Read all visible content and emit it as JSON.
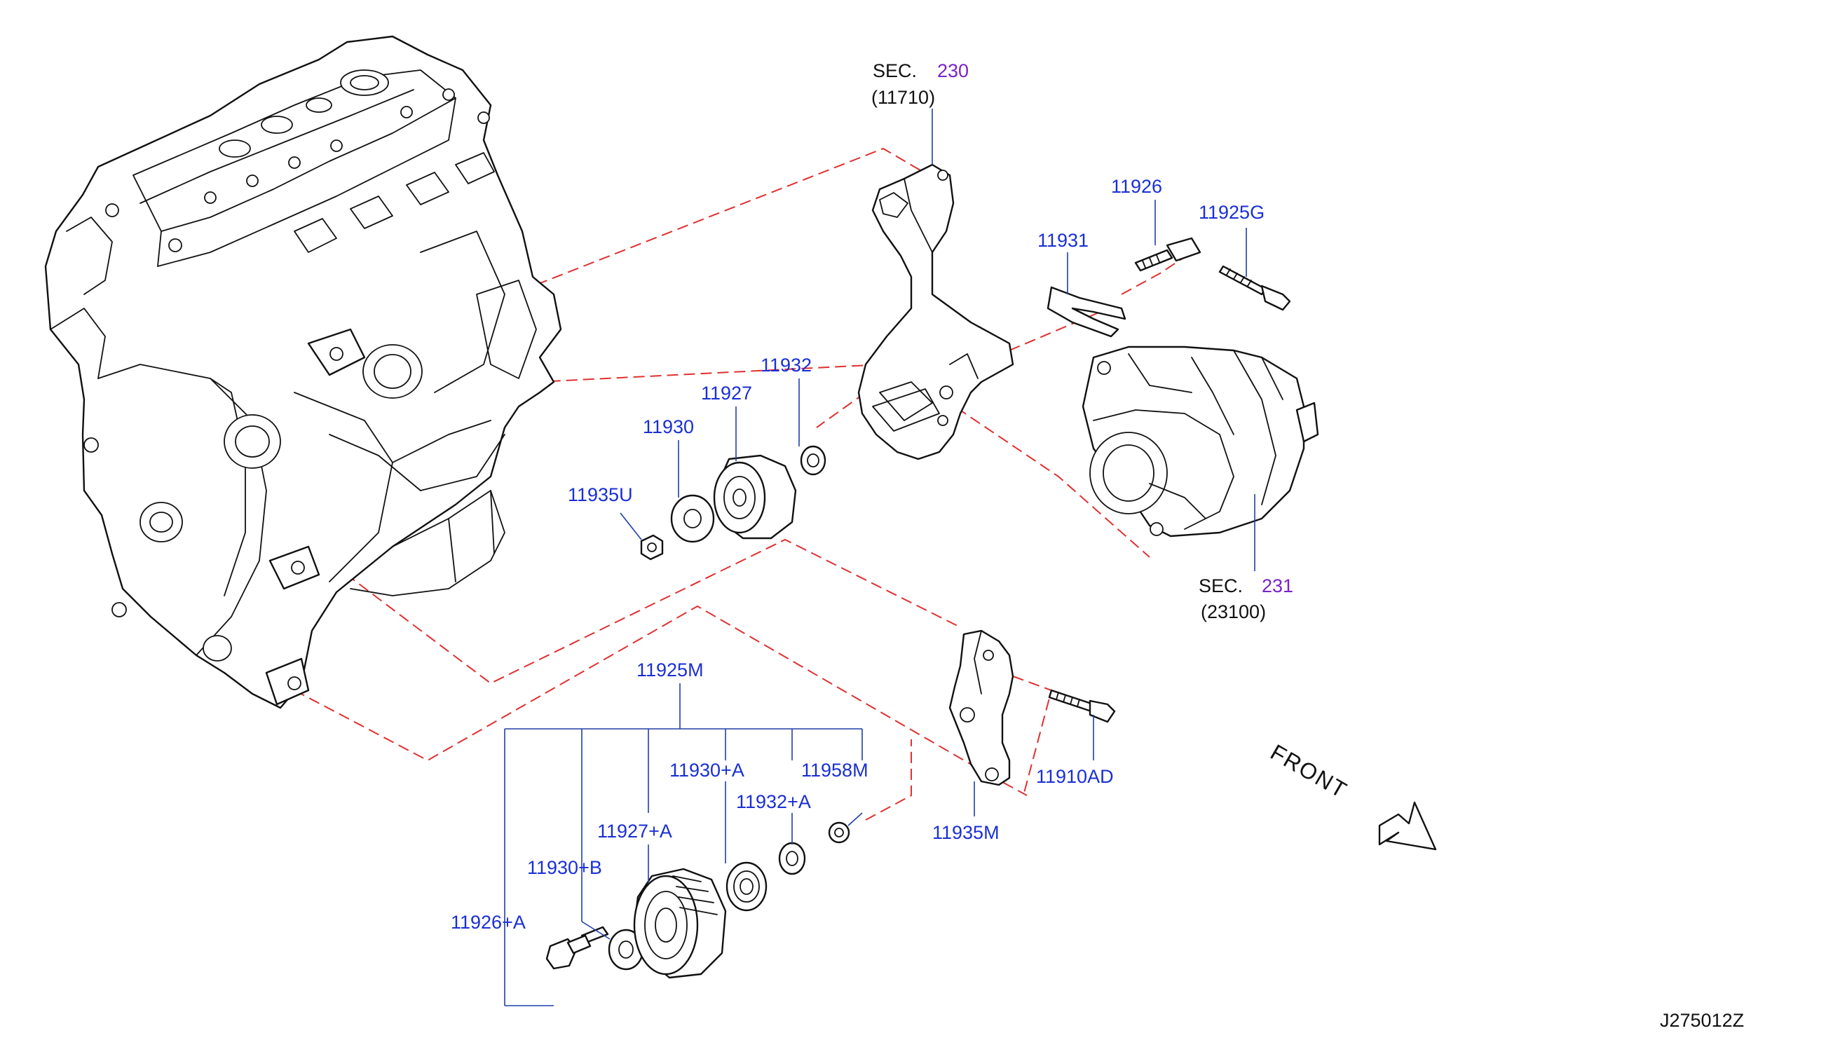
{
  "diagram": {
    "sections": [
      {
        "prefix": "SEC.",
        "number": "230",
        "code": "(11710)"
      },
      {
        "prefix": "SEC.",
        "number": "231",
        "code": "(23100)"
      }
    ],
    "part_numbers": [
      "11926",
      "11925G",
      "11931",
      "11932",
      "11927",
      "11930",
      "11935U",
      "11925M",
      "11930+A",
      "11958M",
      "11932+A",
      "11927+A",
      "11930+B",
      "11926+A",
      "11910AD",
      "11935M"
    ],
    "direction_label": "FRONT",
    "reference_code": "J275012Z",
    "colors": {
      "part_number": "#1a2fd6",
      "section_number": "#7a22c9",
      "leader_line": "#1f3fa8",
      "dashed_line": "#e03030",
      "line_art": "#111111"
    }
  }
}
